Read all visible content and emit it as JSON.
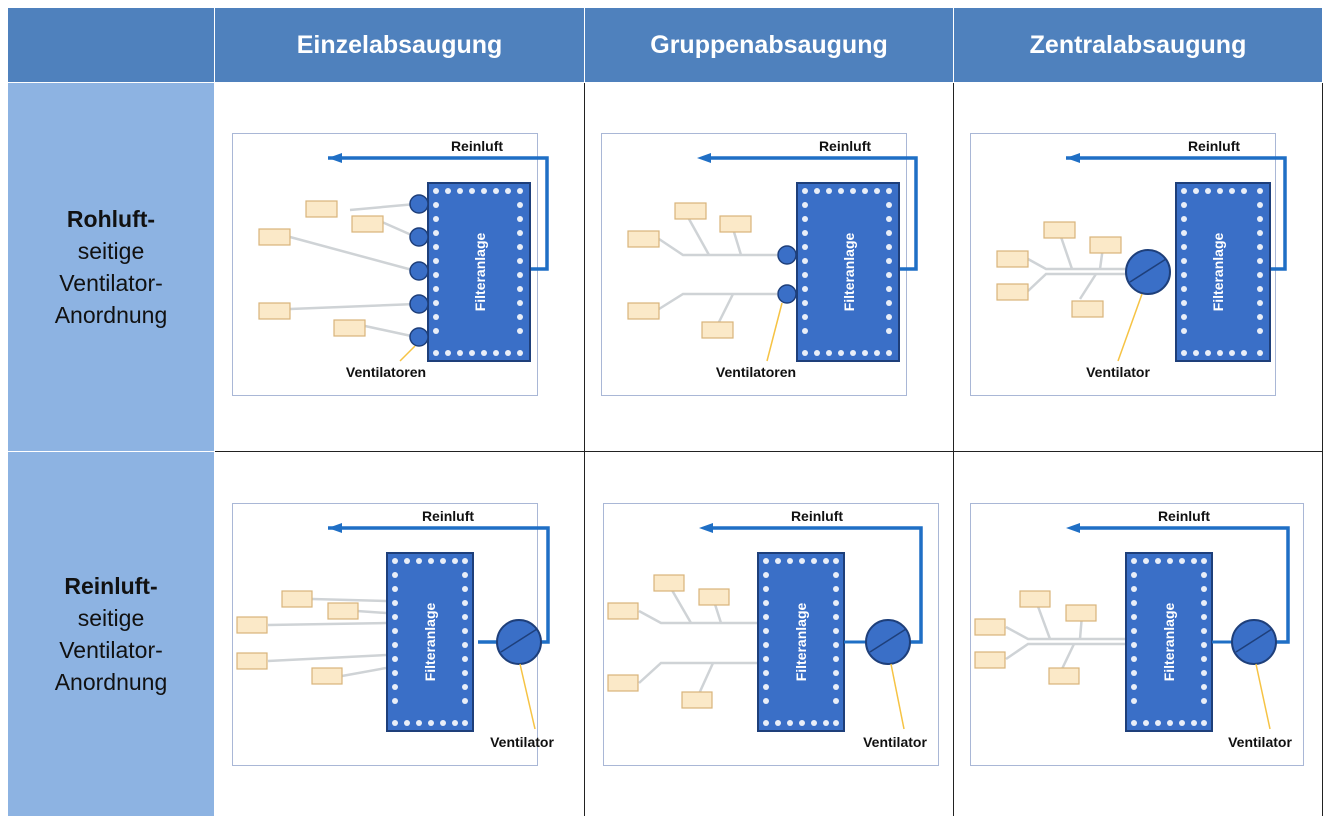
{
  "columns": [
    "Einzelabsaugung",
    "Gruppenabsaugung",
    "Zentralabsaugung"
  ],
  "rows": [
    {
      "bold": "Rohluft-",
      "lines": [
        "seitige",
        "Ventilator-",
        "Anordnung"
      ]
    },
    {
      "bold": "Reinluft-",
      "lines": [
        "seitige",
        "Ventilator-",
        "Anordnung"
      ]
    }
  ],
  "diagrams": {
    "clean_air_label": "Reinluft",
    "filter_label": "Filteranlage",
    "fans_label": "Ventilatoren",
    "fan_label": "Ventilator"
  },
  "colors": {
    "header_bg": "#4f81bd",
    "row_label_bg": "#8db3e2",
    "filter_fill": "#3a6fc7",
    "duct_blue": "#1f6fc5",
    "hood_fill": "#fbe9c8",
    "pointer": "#f6c344"
  }
}
